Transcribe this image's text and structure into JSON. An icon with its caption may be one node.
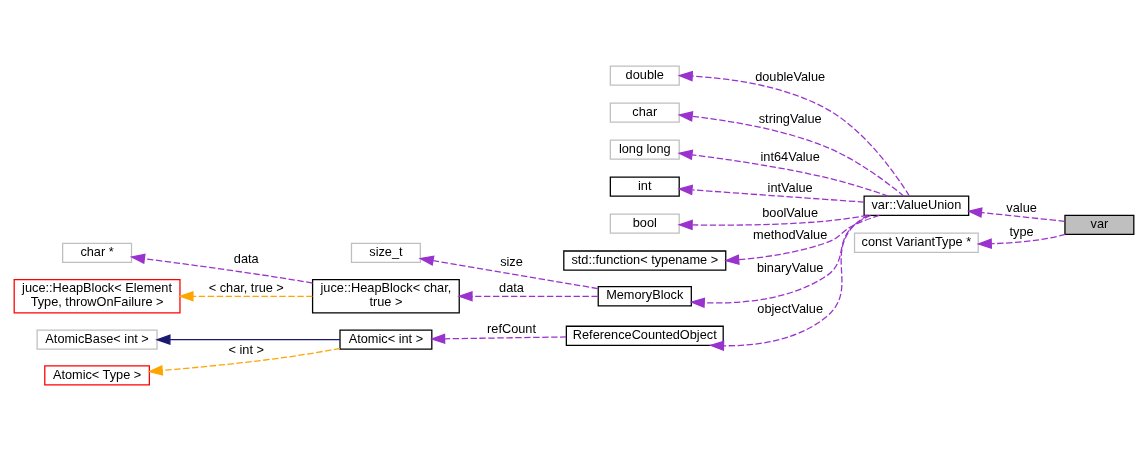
{
  "diagram": {
    "nodes": [
      {
        "text": [
          "var"
        ]
      },
      {
        "text": [
          "var::ValueUnion"
        ]
      },
      {
        "text": [
          "const VariantType *"
        ]
      },
      {
        "text": [
          "double"
        ]
      },
      {
        "text": [
          "char"
        ]
      },
      {
        "text": [
          "long long"
        ]
      },
      {
        "text": [
          "int"
        ]
      },
      {
        "text": [
          "bool"
        ]
      },
      {
        "text": [
          "std::function< typename >"
        ]
      },
      {
        "text": [
          "MemoryBlock"
        ]
      },
      {
        "text": [
          "ReferenceCountedObject"
        ]
      },
      {
        "text": [
          "size_t"
        ]
      },
      {
        "text": [
          "juce::HeapBlock< char, true >"
        ]
      },
      {
        "text": [
          "char *"
        ]
      },
      {
        "text": [
          "juce::HeapBlock< Element Type, throwOnFailure >"
        ]
      },
      {
        "text": [
          "Atomic< int >"
        ]
      },
      {
        "text": [
          "AtomicBase< int >"
        ]
      },
      {
        "text": [
          "Atomic< Type >"
        ]
      }
    ],
    "edges": [
      {
        "from": 0,
        "to": 1,
        "arrow": "to",
        "label": "value",
        "style": "dashed"
      },
      {
        "from": 0,
        "to": 2,
        "arrow": "to",
        "label": "type",
        "style": "dashed"
      },
      {
        "from": 1,
        "to": 3,
        "arrow": "to",
        "label": "doubleValue",
        "style": "dashed"
      },
      {
        "from": 1,
        "to": 4,
        "arrow": "to",
        "label": "stringValue",
        "style": "dashed"
      },
      {
        "from": 1,
        "to": 5,
        "arrow": "to",
        "label": "int64Value",
        "style": "dashed"
      },
      {
        "from": 1,
        "to": 6,
        "arrow": "to",
        "label": "intValue",
        "style": "dashed"
      },
      {
        "from": 1,
        "to": 7,
        "arrow": "to",
        "label": "boolValue",
        "style": "dashed"
      },
      {
        "from": 1,
        "to": 8,
        "arrow": "to",
        "label": "methodValue",
        "style": "dashed"
      },
      {
        "from": 1,
        "to": 9,
        "arrow": "to",
        "label": "binaryValue",
        "style": "dashed"
      },
      {
        "from": 1,
        "to": 10,
        "arrow": "to",
        "label": "objectValue",
        "style": "dashed"
      },
      {
        "from": 9,
        "to": 11,
        "arrow": "to",
        "label": "size",
        "style": "dashed"
      },
      {
        "from": 9,
        "to": 12,
        "arrow": "to",
        "label": "data",
        "style": "dashed"
      },
      {
        "from": 12,
        "to": 13,
        "arrow": "to",
        "label": "data",
        "style": "dashed"
      },
      {
        "from": 12,
        "to": 14,
        "arrow": "to",
        "label": "< char, true >",
        "style": "dashed",
        "color": "#ffa500"
      },
      {
        "from": 10,
        "to": 15,
        "arrow": "to",
        "label": "refCount",
        "style": "dashed"
      },
      {
        "from": 15,
        "to": 16,
        "arrow": "to",
        "color": "#191970"
      },
      {
        "from": 15,
        "to": 17,
        "arrow": "to",
        "label": "< int >",
        "style": "dashed",
        "color": "#ffa500"
      }
    ]
  }
}
